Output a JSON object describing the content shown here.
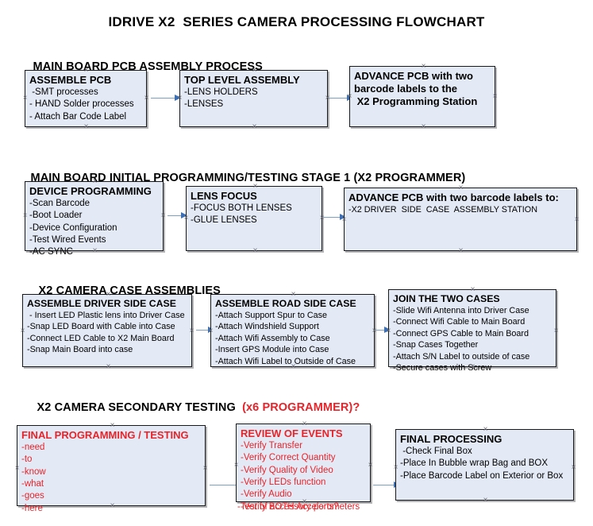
{
  "document": {
    "title": "IDRIVE X2  SERIES CAMERA PROCESSING FLOWCHART"
  },
  "sections": [
    {
      "id": "main-board-pcb-assembly",
      "header": "MAIN BOARD PCB ASSEMBLY PROCESS",
      "header_red_suffix": "",
      "boxes": [
        {
          "id": "assemble-pcb",
          "title": "ASSEMBLE PCB",
          "lines": [
            " -SMT processes",
            "- HAND Solder processes",
            "- Attach Bar Code Label"
          ]
        },
        {
          "id": "top-level-assembly",
          "title": "TOP LEVEL ASSEMBLY",
          "lines": [
            "-LENS HOLDERS",
            "-LENSES"
          ]
        },
        {
          "id": "advance-pcb-to-x2-programming-station",
          "title": "ADVANCE PCB with two",
          "lines": [
            "barcode labels to the",
            " X2 Programming Station"
          ]
        }
      ]
    },
    {
      "id": "main-board-initial-programming",
      "header": "MAIN BOARD INITIAL PROGRAMMING/TESTING STAGE 1 (X2 PROGRAMMER)",
      "header_red_suffix": "",
      "boxes": [
        {
          "id": "device-programming",
          "title": "DEVICE PROGRAMMING",
          "lines": [
            "-Scan Barcode",
            "-Boot Loader",
            "-Device Configuration",
            "-Test Wired Events",
            "-AC SYNC"
          ]
        },
        {
          "id": "lens-focus",
          "title": "LENS FOCUS",
          "lines": [
            "-FOCUS BOTH LENSES",
            "-GLUE LENSES"
          ]
        },
        {
          "id": "advance-pcb-to-driver-side-case",
          "title": "ADVANCE PCB with two barcode labels to:",
          "lines": [
            "-X2 DRIVER  SIDE  CASE  ASSEMBLY STATION"
          ]
        }
      ]
    },
    {
      "id": "x2-camera-case-assemblies",
      "header": "X2 CAMERA CASE ASSEMBLIES",
      "header_red_suffix": "",
      "boxes": [
        {
          "id": "assemble-driver-side-case",
          "title": "ASSEMBLE DRIVER SIDE CASE",
          "lines": [
            " - Insert LED Plastic lens into Driver Case",
            "-Snap LED Board with Cable into Case",
            "-Connect LED Cable to X2 Main Board",
            "-Snap Main Board into case"
          ]
        },
        {
          "id": "assemble-road-side-case",
          "title": "ASSEMBLE ROAD SIDE CASE",
          "lines": [
            "-Attach Support Spur to Case",
            "-Attach Windshield Support",
            "-Attach Wifi Assembly to Case",
            "-Insert GPS Module into Case",
            "-Attach Wifi Label to Outside of Case"
          ]
        },
        {
          "id": "join-the-two-cases",
          "title": "JOIN THE TWO CASES",
          "lines": [
            "-Slide Wifi Antenna into Driver Case",
            "-Connect Wifi Cable to Main Board",
            "-Connect GPS Cable to Main Board",
            "-Snap Cases Together",
            "-Attach S/N Label to outside of case",
            "-Secure cases with Screw"
          ]
        }
      ]
    },
    {
      "id": "x2-camera-secondary-testing",
      "header": "X2 CAMERA SECONDARY TESTING  ",
      "header_red_suffix": "(x6 PROGRAMMER)?",
      "boxes": [
        {
          "id": "final-programming-testing",
          "title": "FINAL PROGRAMMING / TESTING",
          "lines": [
            "-need",
            "-to",
            "-know",
            "-what",
            "-goes",
            "-here"
          ]
        },
        {
          "id": "review-of-events",
          "title": "REVIEW OF EVENTS",
          "lines": [
            "-Verify Transfer",
            "-Verify Correct Quantity",
            "-Verify Quality of Video",
            "-Verify LEDs function",
            "-Verify Audio",
            "-Verify BOTH Accelerometers"
          ],
          "overflow_line": "-Test of accessory ports?"
        },
        {
          "id": "final-processing",
          "title": "FINAL PROCESSING",
          "lines": [
            " -Check Final Box",
            "-Place In Bubble wrap Bag and BOX",
            "-Place Barcode Label on Exterior or Box"
          ]
        }
      ]
    }
  ],
  "colors": {
    "box_fill": "#e3eaf5",
    "box_border": "#17181a",
    "connector_line": "#7f9dc4",
    "connector_arrow": "#3d6fb5",
    "red_text": "#e8232a",
    "handle": "#6a6a72",
    "background": "#ffffff"
  }
}
